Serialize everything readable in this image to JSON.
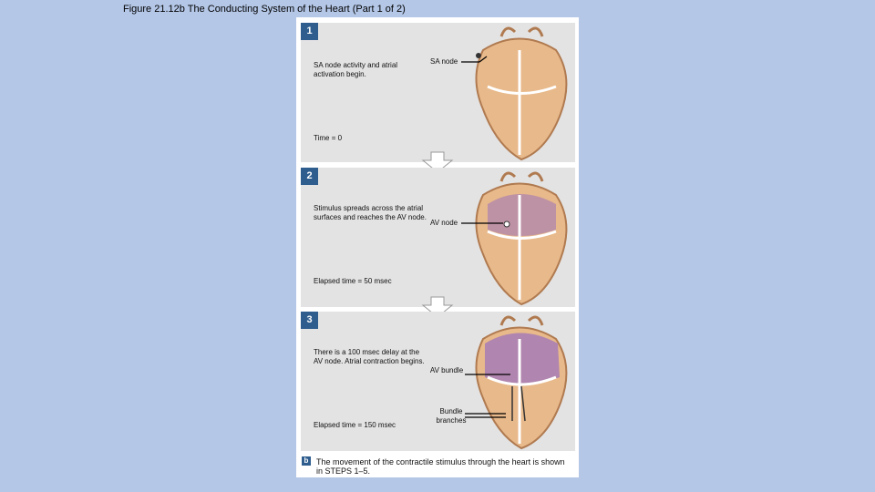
{
  "title": "Figure 21.12b  The Conducting System of the Heart (Part 1 of 2)",
  "panels": [
    {
      "num": "1",
      "desc": "SA node activity and atrial activation begin.",
      "time": "Time = 0",
      "label": "SA node"
    },
    {
      "num": "2",
      "desc": "Stimulus spreads across the atrial surfaces and reaches the AV node.",
      "time": "Elapsed time = 50 msec",
      "label": "AV node"
    },
    {
      "num": "3",
      "desc": "There is a 100 msec delay at the AV node. Atrial contraction begins.",
      "time": "Elapsed time = 150 msec",
      "label_bundle": "AV bundle",
      "label_branches": "Bundle branches"
    }
  ],
  "caption_letter": "b",
  "caption": "The movement of the contractile stimulus through the heart is shown in STEPS 1–5.",
  "colors": {
    "background": "#b4c7e7",
    "panel": "#e3e3e3",
    "badge": "#2e5d8e",
    "heart": "#e8b98a",
    "activation": "#a178b8"
  }
}
